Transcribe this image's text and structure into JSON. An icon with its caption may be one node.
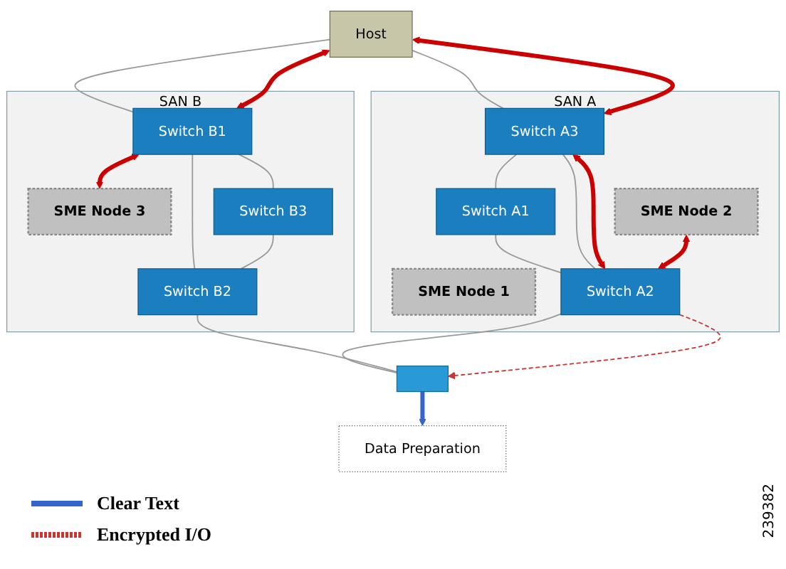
{
  "diagram": {
    "nodes": [
      {
        "text": [
          "Host"
        ]
      },
      {
        "text": [
          "SAN A"
        ]
      },
      {
        "text": [
          "SME Node 1"
        ],
        "in": 1
      },
      {
        "text": [
          "Switch A1"
        ],
        "in": 1
      },
      {
        "text": [
          "Switch A3"
        ],
        "in": 1
      },
      {
        "text": [
          "SME Node 2"
        ],
        "in": 1
      },
      {
        "text": [
          "Switch A2"
        ],
        "in": 1
      },
      {
        "text": [
          "SAN B"
        ]
      },
      {
        "text": [
          "Switch B1"
        ],
        "in": 7
      },
      {
        "text": [
          "SME Node 3"
        ],
        "in": 7
      },
      {
        "text": [
          "Switch B3"
        ],
        "in": 7
      },
      {
        "text": [
          "Switch B2"
        ],
        "in": 7
      },
      {
        "text": [],
        "shape": "box"
      },
      {
        "text": [
          "Data Preparation"
        ]
      }
    ],
    "edges": [
      {
        "from": 0,
        "to": 4,
        "arrow": "none"
      },
      {
        "from": 0,
        "to": 8,
        "arrow": "none"
      },
      {
        "from": 4,
        "to": 3,
        "arrow": "none"
      },
      {
        "from": 3,
        "to": 6,
        "arrow": "none"
      },
      {
        "from": 4,
        "to": 6,
        "arrow": "none"
      },
      {
        "from": 6,
        "to": 12,
        "arrow": "none"
      },
      {
        "from": 8,
        "to": 10,
        "arrow": "none"
      },
      {
        "from": 8,
        "to": 11,
        "arrow": "none"
      },
      {
        "from": 10,
        "to": 11,
        "arrow": "none"
      },
      {
        "from": 11,
        "to": 12,
        "arrow": "none"
      },
      {
        "from": 0,
        "to": 4,
        "arrow": "both",
        "style": "thick",
        "color": "#cc0000"
      },
      {
        "from": 0,
        "to": 8,
        "arrow": "both",
        "style": "thick",
        "color": "#cc0000"
      },
      {
        "from": 8,
        "to": 9,
        "arrow": "both",
        "style": "thick",
        "color": "#cc0000"
      },
      {
        "from": 4,
        "to": 6,
        "arrow": "both",
        "style": "thick",
        "color": "#cc0000"
      },
      {
        "from": 5,
        "to": 6,
        "arrow": "both",
        "style": "thick",
        "color": "#cc0000"
      },
      {
        "from": 6,
        "to": 12,
        "arrow": "to",
        "style": "dashed",
        "color": "#cc3333"
      },
      {
        "from": 12,
        "to": 13,
        "arrow": "to",
        "style": "thick",
        "color": "#3366cc"
      }
    ],
    "labels": [
      "239382"
    ],
    "legend": [
      {
        "text": "Clear Text"
      },
      {
        "text": "Encrypted I/O"
      }
    ]
  }
}
